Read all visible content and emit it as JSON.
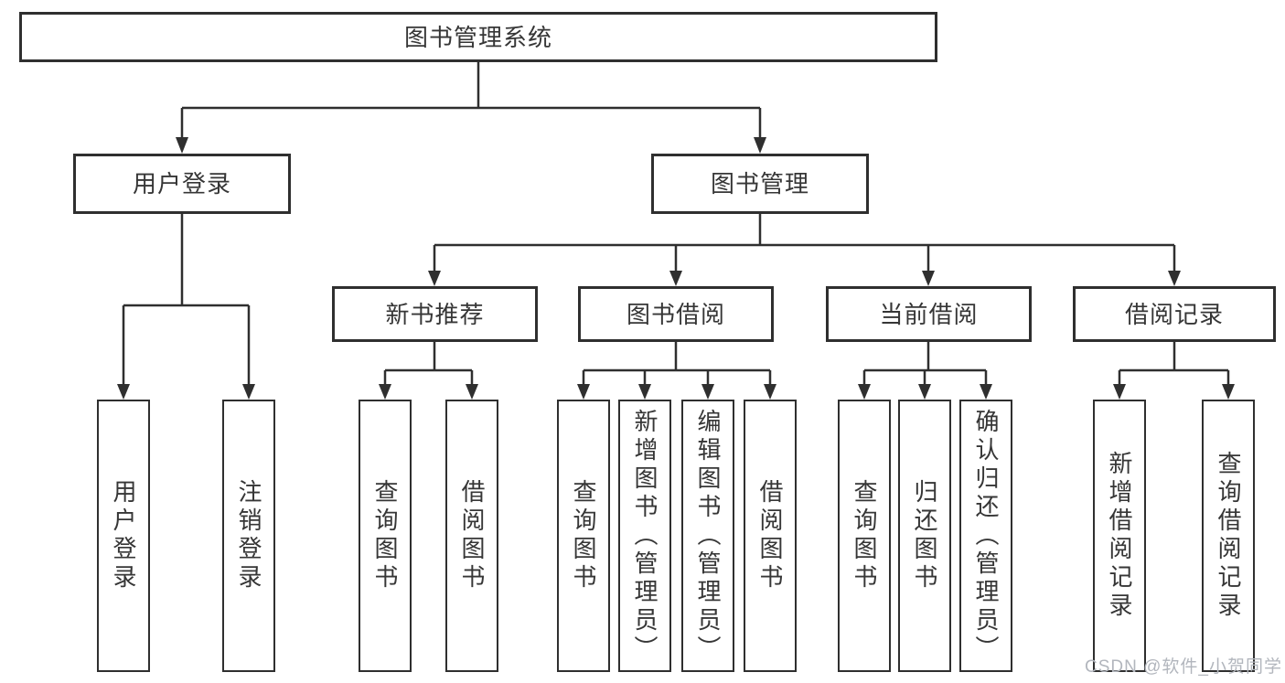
{
  "tree": {
    "root": "图书管理系统",
    "branches": [
      "用户登录",
      "图书管理"
    ],
    "sections": [
      "新书推荐",
      "图书借阅",
      "当前借阅",
      "借阅记录"
    ],
    "leaves": {
      "login": [
        "用户登录",
        "注销登录"
      ],
      "recommend": [
        "查询图书",
        "借阅图书"
      ],
      "borrow": [
        "查询图书",
        "新增图书（管理员）",
        "编辑图书（管理员）",
        "借阅图书"
      ],
      "current": [
        "查询图书",
        "归还图书",
        "确认归还（管理员）"
      ],
      "records": [
        "新增借阅记录",
        "查询借阅记录"
      ]
    }
  },
  "watermark": "CSDN @软件_小贺同学",
  "colors": {
    "line": "#2f2f2f",
    "text": "#363636",
    "watermark": "#b2b6bd",
    "background": "#ffffff"
  }
}
